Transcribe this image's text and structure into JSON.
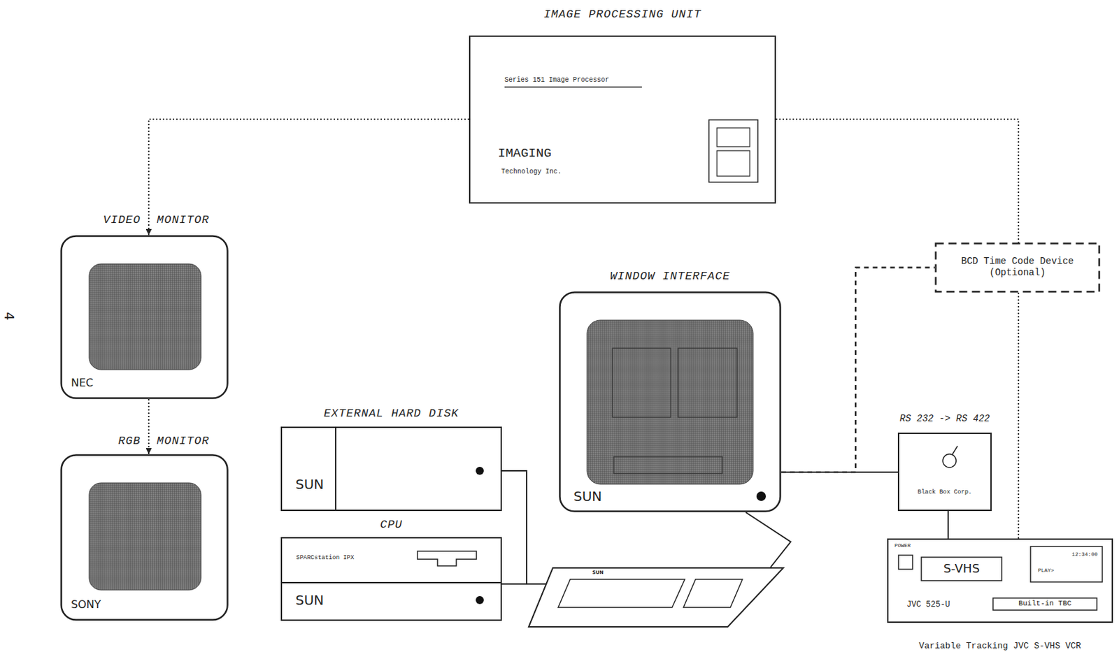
{
  "diagram": {
    "nodes": [
      {
        "text": [
          "IMAGE PROCESSING UNIT",
          "Series 151 Image Processor",
          "IMAGING",
          "Technology Inc."
        ]
      },
      {
        "text": [
          "VIDEO",
          "MONITOR",
          "NEC"
        ]
      },
      {
        "text": [
          "RGB",
          "MONITOR",
          "SONY"
        ]
      },
      {
        "text": [
          "EXTERNAL HARD DISK",
          "SUN"
        ]
      },
      {
        "text": [
          "CPU",
          "SPARCstation IPX",
          "SUN"
        ]
      },
      {
        "text": [
          "WINDOW INTERFACE",
          "SUN"
        ]
      },
      {
        "text": [
          "SUN"
        ]
      },
      {
        "text": [
          "BCD Time Code Device (Optional)"
        ]
      },
      {
        "text": [
          "RS 232 -> RS 422",
          "Black Box Corp."
        ]
      },
      {
        "text": [
          "POWER",
          "JVC 525-U",
          "Variable Tracking JVC S-VHS VCR"
        ]
      },
      {
        "text": [
          "S-VHS"
        ],
        "in": 9
      },
      {
        "text": [
          "12:34:00",
          "PLAY>"
        ],
        "in": 9
      },
      {
        "text": [
          "Built-in TBC"
        ],
        "in": 9
      }
    ],
    "edges": [
      {
        "from": 0,
        "to": 1,
        "arrow": "to"
      },
      {
        "from": 1,
        "to": 2,
        "arrow": "to"
      },
      {
        "from": 0,
        "to": 7,
        "arrow": "none"
      },
      {
        "from": 7,
        "to": 9,
        "arrow": "none"
      },
      {
        "from": 5,
        "to": 7,
        "arrow": "none"
      },
      {
        "from": 5,
        "to": 8,
        "arrow": "none"
      },
      {
        "from": 8,
        "to": 9,
        "arrow": "none"
      },
      {
        "from": 3,
        "to": 6,
        "arrow": "none"
      },
      {
        "from": 4,
        "to": 6,
        "arrow": "none"
      },
      {
        "from": 5,
        "to": 6,
        "arrow": "none"
      }
    ],
    "labels": [
      "4"
    ]
  }
}
